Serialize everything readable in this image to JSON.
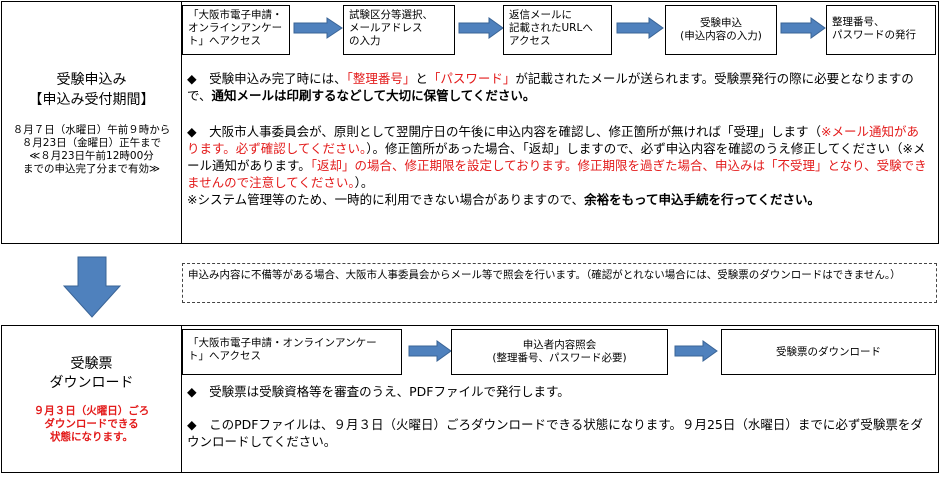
{
  "section1": {
    "label_line1": "受験申込み",
    "label_line2": "【申込み受付期間】",
    "period_line1": "８月７日（水曜日）午前９時から",
    "period_line2": "８月23日（金曜日）正午まで",
    "period_line3": "≪８月23日午前12時00分",
    "period_line4": "までの申込完了分まで有効≫",
    "flow": [
      {
        "line1": "「大阪市電子申請・",
        "line2": "オンラインアンケー",
        "line3": "ト」へアクセス"
      },
      {
        "line1": "試験区分等選択、",
        "line2": "メールアドレス",
        "line3": "の入力"
      },
      {
        "line1": "返信メールに",
        "line2": "記載されたURLへ",
        "line3": "アクセス"
      },
      {
        "line1": "受験申込",
        "line2": "(申込内容の入力)"
      },
      {
        "line1": "整理番号、",
        "line2": "パスワードの発行"
      }
    ],
    "p1": {
      "a": "◆　受験申込み完了時には、",
      "b": "「整理番号」",
      "c": "と",
      "d": "「パスワード」",
      "e": "が記載されたメールが送られます。受験票発行の際に必要となりますので、",
      "f": "通知メールは印刷するなどして大切に保管してください。"
    },
    "p2": {
      "a": "◆　大阪市人事委員会が、原則として翌開庁日の午後に申込内容を確認し、修正箇所が無ければ「受理」します（",
      "b": "※メール通知があります。必ず確認してください。",
      "c": "）。修正箇所があった場合、「返却」しますので、必ず申込内容を確認のうえ修正してください（※メール通知があります。",
      "d": "「返却」の場合、修正期限を設定しております。修正期限を過ぎた場合、申込みは「不受理」となり、受験できませんので注意してください。",
      "e": "）。"
    },
    "p3": {
      "a": "※システム管理等のため、一時的に利用できない場合がありますので、",
      "b": "余裕をもって申込手続を行ってください。"
    }
  },
  "middle_note": "申込み内容に不備等がある場合、大阪市人事委員会からメール等で照会を行います。（確認がとれない場合には、受験票のダウンロードはできません。）",
  "section2": {
    "label_line1": "受験票",
    "label_line2": "ダウンロード",
    "note_line1": "９月３日（火曜日）ごろ",
    "note_line2": "ダウンロードできる",
    "note_line3": "状態になります。",
    "flow": [
      {
        "line1": "「大阪市電子申請・オンラインアンケー",
        "line2": "ト」へアクセス"
      },
      {
        "line1": "申込者内容照会",
        "line2": "(整理番号、パスワード必要)"
      },
      {
        "line1": "受験票のダウンロード"
      }
    ],
    "p1": "◆　受験票は受験資格等を審査のうえ、PDFファイルで発行します。",
    "p2": "◆　このPDFファイルは、９月３日（火曜日）ごろダウンロードできる状態になります。９月25日（水曜日）までに必ず受験票をダウンロードしてください。"
  },
  "colors": {
    "arrow": "#4f81bd",
    "arrow_border": "#3a6496",
    "red": "#e31b1b"
  }
}
